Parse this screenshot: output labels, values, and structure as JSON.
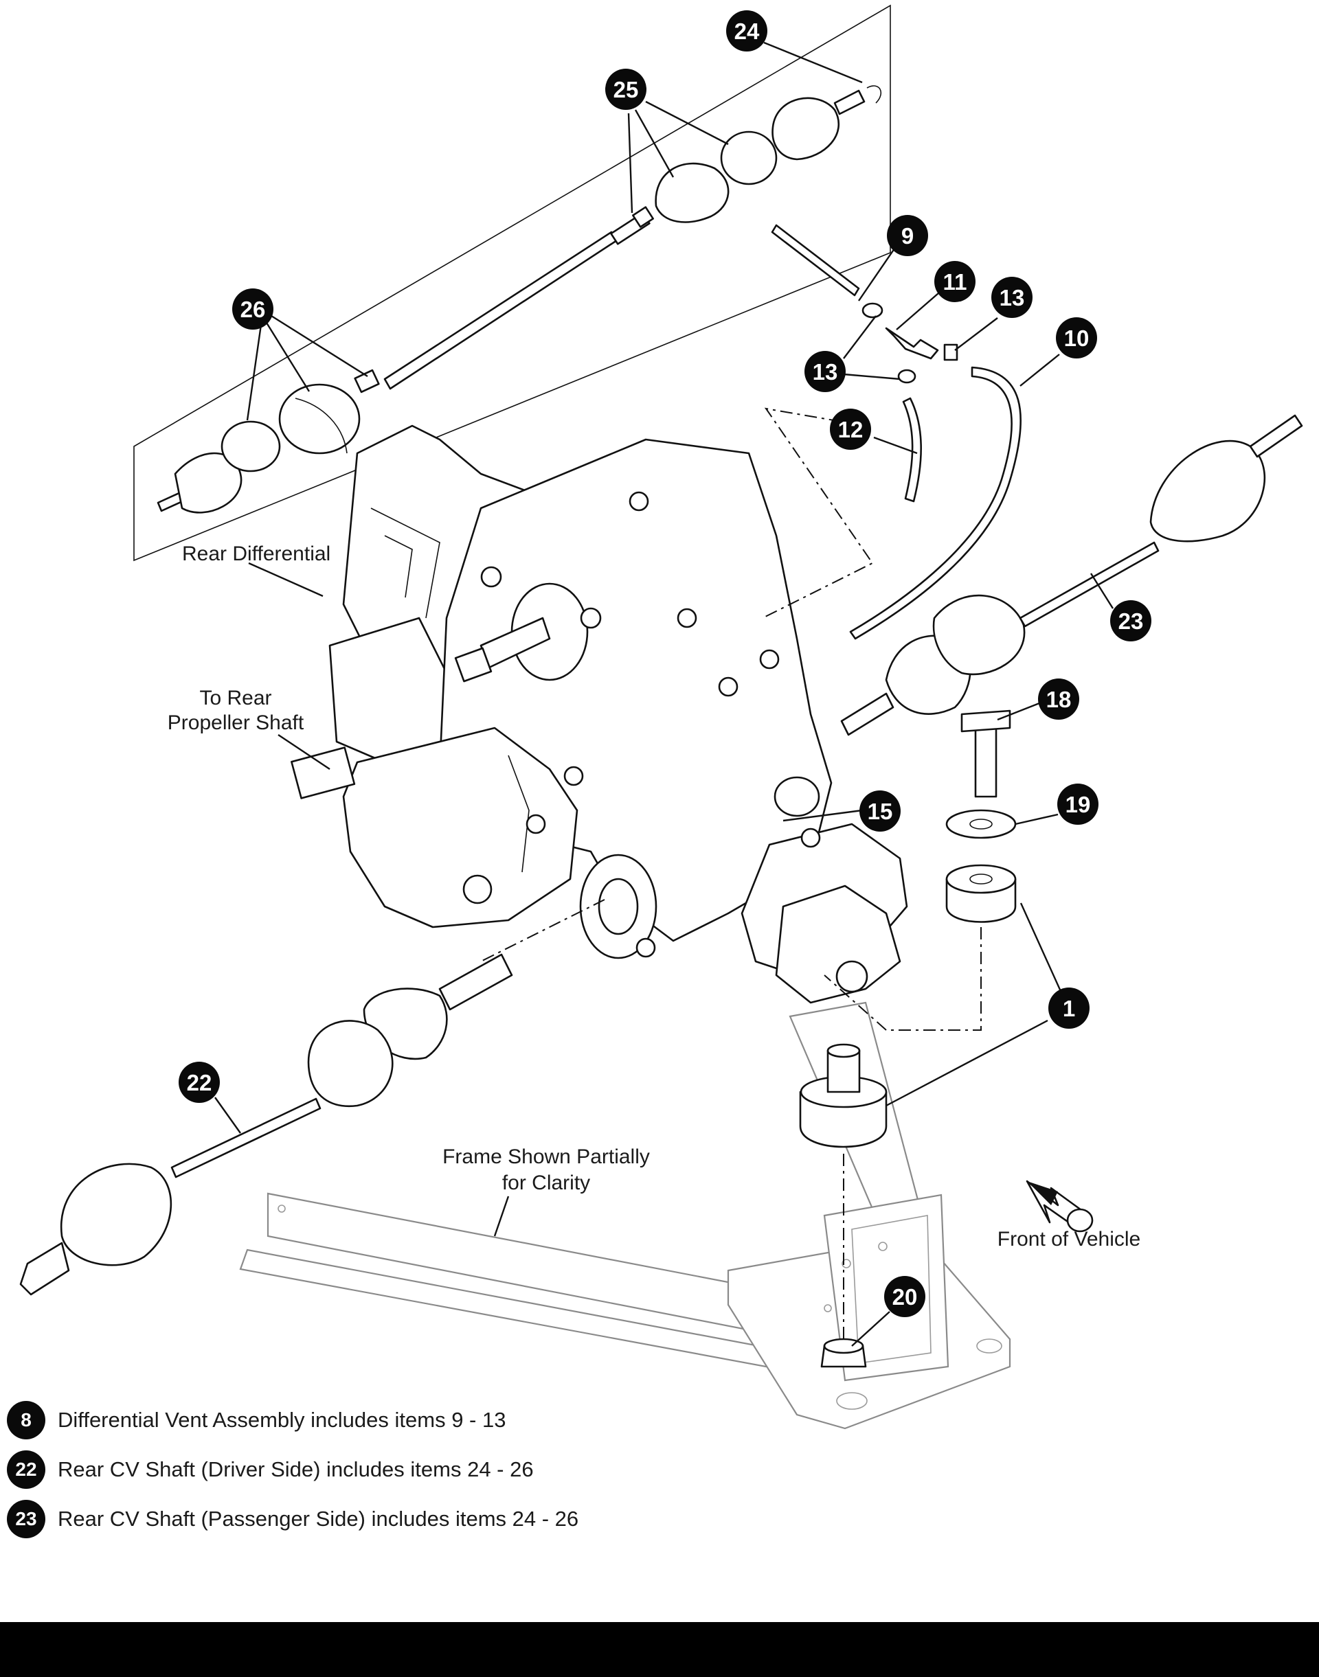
{
  "labels": {
    "rear_differential": "Rear Differential",
    "to_rear_propeller_line1": "To Rear",
    "to_rear_propeller_line2": "Propeller Shaft",
    "frame_note_line1": "Frame Shown Partially",
    "frame_note_line2": "for Clarity",
    "front_of_vehicle": "Front of Vehicle"
  },
  "callouts": [
    "24",
    "25",
    "9",
    "11",
    "13",
    "10",
    "26",
    "13",
    "12",
    "23",
    "18",
    "19",
    "15",
    "1",
    "22",
    "20"
  ],
  "legend": [
    {
      "num": "8",
      "text": "Differential Vent Assembly includes items 9 - 13"
    },
    {
      "num": "22",
      "text": "Rear CV Shaft (Driver Side) includes items 24 - 26"
    },
    {
      "num": "23",
      "text": "Rear CV Shaft (Passenger Side) includes items 24 - 26"
    }
  ]
}
